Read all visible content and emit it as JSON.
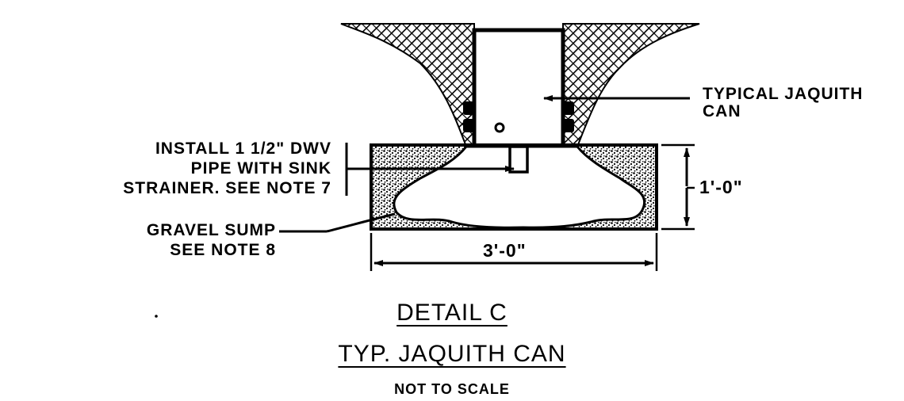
{
  "labels": {
    "can_callout": [
      "TYPICAL JAQUITH",
      "CAN"
    ],
    "pipe_callout": [
      "INSTALL 1 1/2\" DWV",
      "PIPE WITH SINK",
      "STRAINER. SEE NOTE 7"
    ],
    "sump_callout": [
      "GRAVEL SUMP",
      "SEE NOTE 8"
    ],
    "height_dimension": "1'-0\"",
    "width_dimension": "3'-0\""
  },
  "title": {
    "detail": "DETAIL C",
    "name": "TYP. JAQUITH CAN",
    "scale": "NOT TO SCALE"
  },
  "colors": {
    "ink": "#000000",
    "paper": "#ffffff"
  }
}
